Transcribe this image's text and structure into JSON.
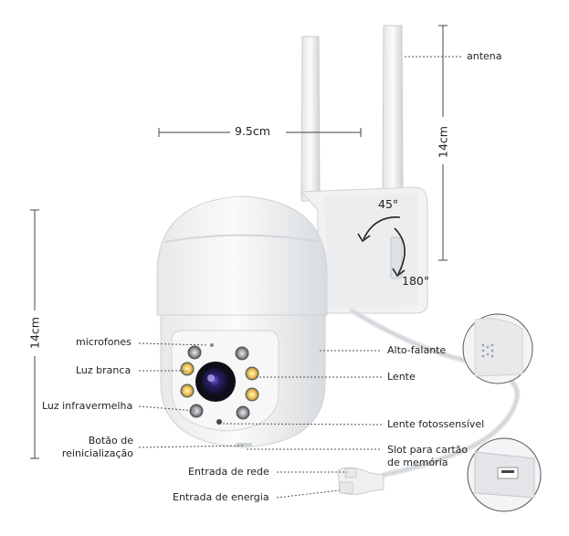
{
  "dimensions": {
    "width_label": "9.5cm",
    "antenna_height_label": "14cm",
    "body_height_label": "14cm",
    "tilt_label": "45°",
    "pan_label": "180°"
  },
  "callouts": {
    "antenna": "antena",
    "microphones": "microfones",
    "white_light": "Luz branca",
    "infrared_light": "Luz infravermelha",
    "reset_button_line1": "Botão de",
    "reset_button_line2": "reinicialização",
    "network_input": "Entrada de rede",
    "power_input": "Entrada de energia",
    "speaker": "Alto-falante",
    "lens": "Lente",
    "photosensitive_lens": "Lente fotossensível",
    "card_slot_line1": "Slot para cartão",
    "card_slot_line2": "de memória"
  },
  "colors": {
    "body": "#f4f5f6",
    "body_shadow": "#d9dcdf",
    "lens": "#1a1a2e",
    "lens_ring": "#4a3aa8",
    "led_white": "#f0c24a",
    "led_ir": "#9a9ea3",
    "leader_line": "#555555"
  }
}
